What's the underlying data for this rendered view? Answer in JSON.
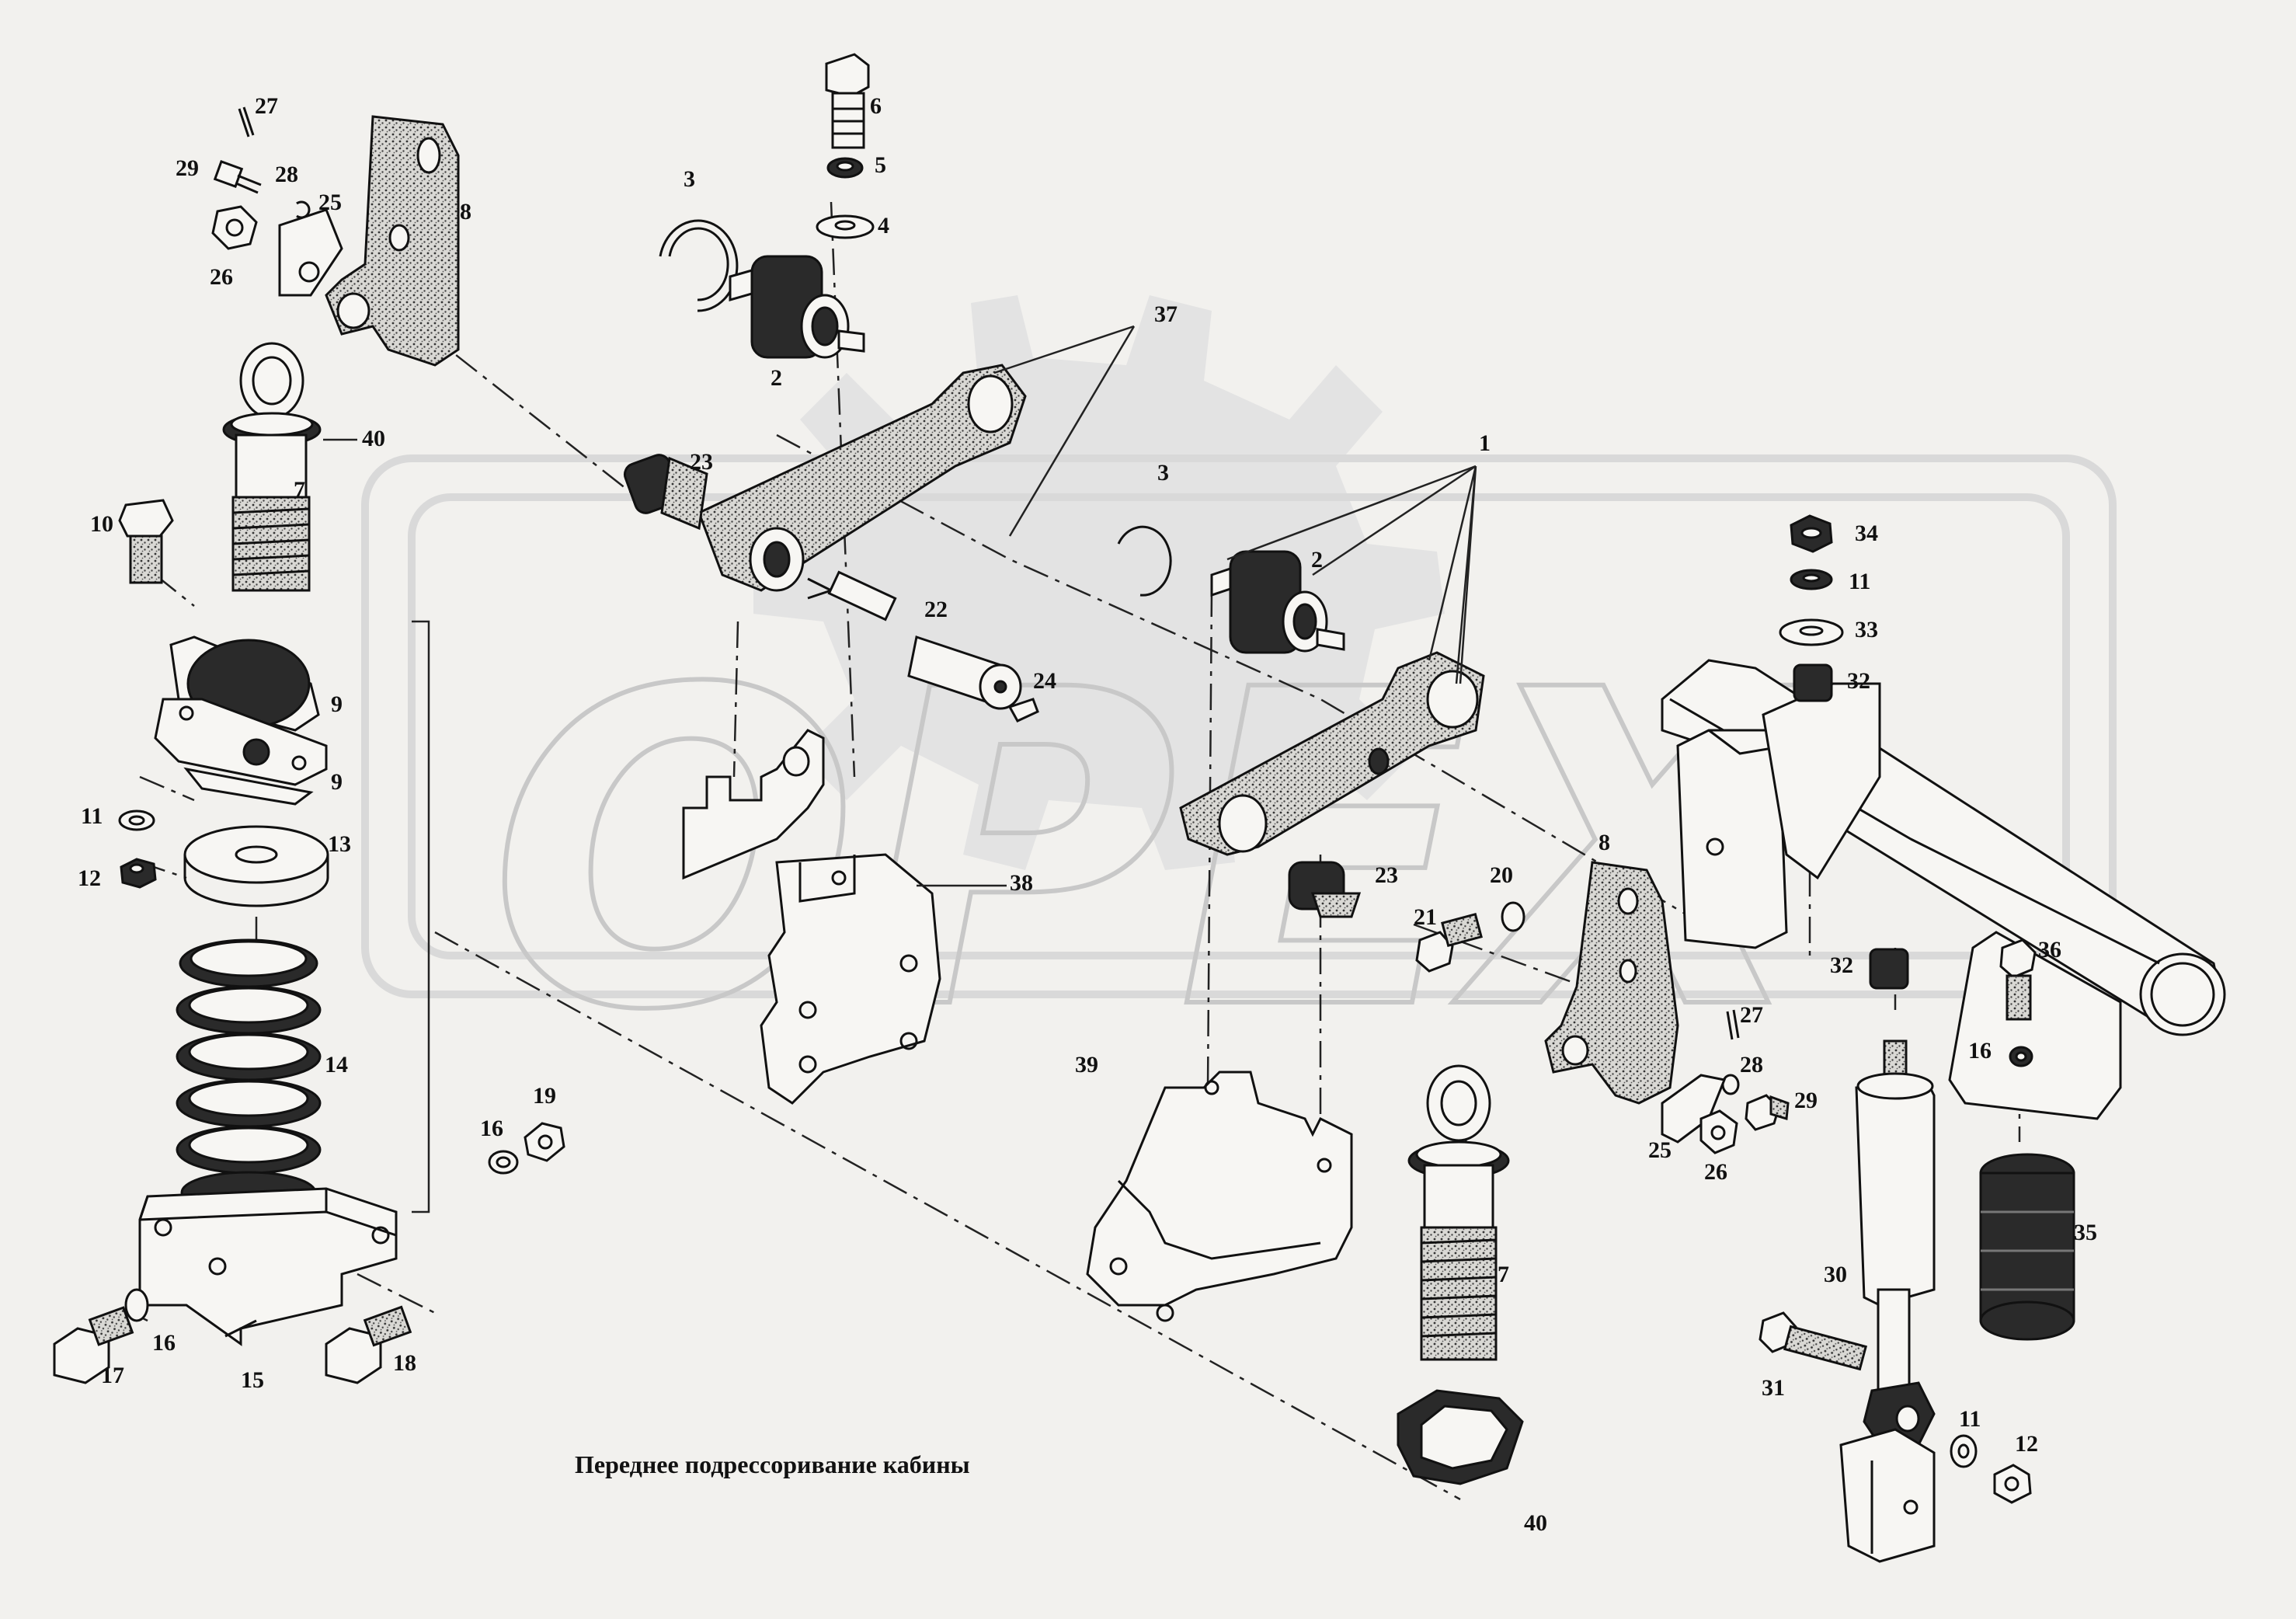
{
  "caption": "Переднее подрессоривание кабины",
  "watermark": "OPEX",
  "callouts": [
    "1",
    "2",
    "3",
    "4",
    "5",
    "6",
    "7",
    "8",
    "9",
    "10",
    "11",
    "12",
    "13",
    "14",
    "15",
    "16",
    "17",
    "18",
    "19",
    "20",
    "21",
    "22",
    "23",
    "24",
    "25",
    "26",
    "27",
    "28",
    "29",
    "30",
    "31",
    "32",
    "33",
    "34",
    "35",
    "36",
    "37",
    "38",
    "39",
    "40"
  ],
  "colors": {
    "background": "#f2f1ee",
    "line": "#111111",
    "watermark": "#e3e3e3"
  }
}
